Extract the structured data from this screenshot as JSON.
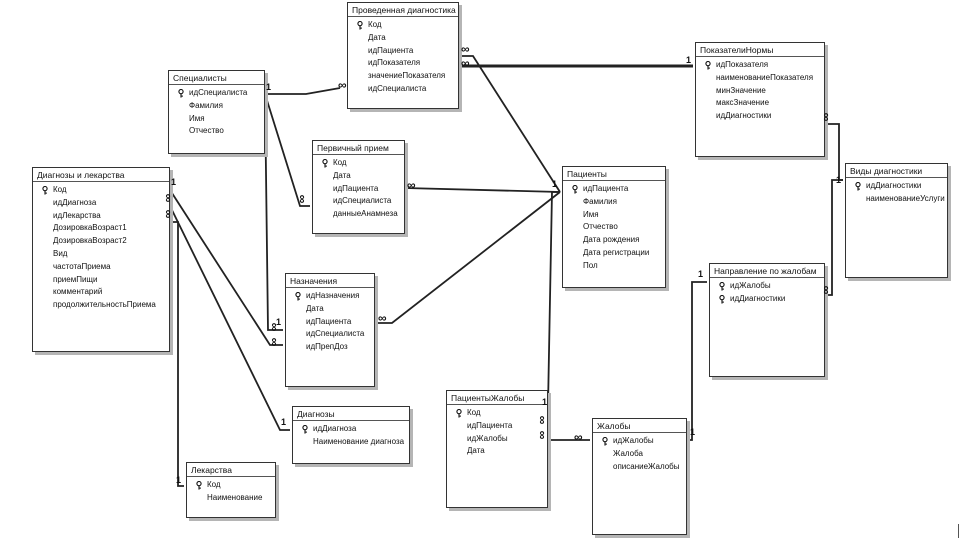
{
  "entities": {
    "specialists": {
      "title": "Специалисты",
      "fields": [
        {
          "name": "идСпециалиста",
          "key": true
        },
        {
          "name": "Фамилия",
          "key": false
        },
        {
          "name": "Имя",
          "key": false
        },
        {
          "name": "Отчество",
          "key": false
        }
      ]
    },
    "diagnostics_done": {
      "title": "Проведенная диагностика",
      "fields": [
        {
          "name": "Код",
          "key": true
        },
        {
          "name": "Дата",
          "key": false
        },
        {
          "name": "идПациента",
          "key": false
        },
        {
          "name": "идПоказателя",
          "key": false
        },
        {
          "name": "значениеПоказателя",
          "key": false
        },
        {
          "name": "идСпециалиста",
          "key": false
        }
      ]
    },
    "norm_indicators": {
      "title": "ПоказателиНормы",
      "fields": [
        {
          "name": "идПоказателя",
          "key": true
        },
        {
          "name": "наименованиеПоказателя",
          "key": false
        },
        {
          "name": "минЗначение",
          "key": false
        },
        {
          "name": "максЗначение",
          "key": false
        },
        {
          "name": "идДиагностики",
          "key": false
        }
      ]
    },
    "diag_drugs": {
      "title": "Диагнозы и лекарства",
      "fields": [
        {
          "name": "Код",
          "key": true
        },
        {
          "name": "идДиагноза",
          "key": false
        },
        {
          "name": "идЛекарства",
          "key": false
        },
        {
          "name": "ДозировкаВозраст1",
          "key": false
        },
        {
          "name": "ДозировкаВозраст2",
          "key": false
        },
        {
          "name": "Вид",
          "key": false
        },
        {
          "name": "частотаПриема",
          "key": false
        },
        {
          "name": "приемПищи",
          "key": false
        },
        {
          "name": "комментарий",
          "key": false
        },
        {
          "name": "продолжительностьПриема",
          "key": false
        }
      ]
    },
    "primary_visit": {
      "title": "Первичный прием",
      "fields": [
        {
          "name": "Код",
          "key": true
        },
        {
          "name": "Дата",
          "key": false
        },
        {
          "name": "идПациента",
          "key": false
        },
        {
          "name": "идСпециалиста",
          "key": false
        },
        {
          "name": "данныеАнамнеза",
          "key": false
        }
      ]
    },
    "patients": {
      "title": "Пациенты",
      "fields": [
        {
          "name": "идПациента",
          "key": true
        },
        {
          "name": "Фамилия",
          "key": false
        },
        {
          "name": "Имя",
          "key": false
        },
        {
          "name": "Отчество",
          "key": false
        },
        {
          "name": "Дата рождения",
          "key": false
        },
        {
          "name": "Дата регистрации",
          "key": false
        },
        {
          "name": "Пол",
          "key": false
        }
      ]
    },
    "diag_types": {
      "title": "Виды диагностики",
      "fields": [
        {
          "name": "идДиагностики",
          "key": true
        },
        {
          "name": "наименованиеУслуги",
          "key": false
        }
      ]
    },
    "prescriptions": {
      "title": "Назначения",
      "fields": [
        {
          "name": "идНазначения",
          "key": true
        },
        {
          "name": "Дата",
          "key": false
        },
        {
          "name": "идПациента",
          "key": false
        },
        {
          "name": "идСпециалиста",
          "key": false
        },
        {
          "name": "идПрепДоз",
          "key": false
        }
      ]
    },
    "complaint_direction": {
      "title": "Направление по жалобам",
      "fields": [
        {
          "name": "идЖалобы",
          "key": true
        },
        {
          "name": "идДиагностики",
          "key": true
        }
      ]
    },
    "patient_complaints": {
      "title": "ПациентыЖалобы",
      "fields": [
        {
          "name": "Код",
          "key": true
        },
        {
          "name": "идПациента",
          "key": false
        },
        {
          "name": "идЖалобы",
          "key": false
        },
        {
          "name": "Дата",
          "key": false
        }
      ]
    },
    "diagnoses": {
      "title": "Диагнозы",
      "fields": [
        {
          "name": "идДиагноза",
          "key": true
        },
        {
          "name": "Наименование диагноза",
          "key": false
        }
      ]
    },
    "complaints": {
      "title": "Жалобы",
      "fields": [
        {
          "name": "идЖалобы",
          "key": true
        },
        {
          "name": "Жалоба",
          "key": false
        },
        {
          "name": "описаниеЖалобы",
          "key": false
        }
      ]
    },
    "drugs": {
      "title": "Лекарства",
      "fields": [
        {
          "name": "Код",
          "key": true
        },
        {
          "name": "Наименование",
          "key": false
        }
      ]
    }
  },
  "cardinality": {
    "one": "1",
    "many": "∞"
  },
  "colors": {
    "line": "#222222",
    "border": "#333333",
    "shadow": "#b5b5b5",
    "key_icon": "#111111"
  },
  "icons": {
    "primary_key": "key-icon"
  }
}
